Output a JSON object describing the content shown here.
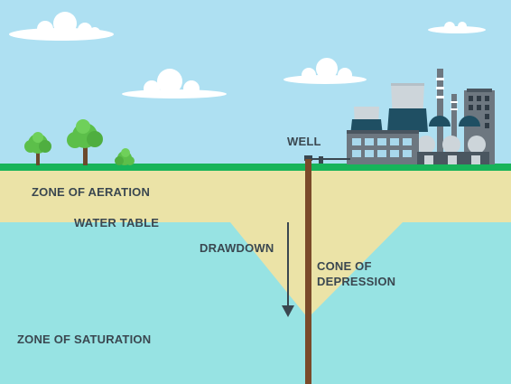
{
  "labels": {
    "well": "WELL",
    "zone_aeration": "ZONE OF AERATION",
    "water_table": "WATER TABLE",
    "drawdown": "DRAWDOWN",
    "cone_line1": "CONE OF",
    "cone_line2": "DEPRESSION",
    "zone_saturation": "ZONE OF SATURATION"
  },
  "colors": {
    "sky": "#aee0f2",
    "grass": "#17b45a",
    "aeration_zone": "#ebe3a7",
    "saturation_zone": "#97e3e3",
    "well_pipe": "#7a4a2a",
    "label_text": "#3a4750",
    "factory_teal": "#1f4f63"
  }
}
